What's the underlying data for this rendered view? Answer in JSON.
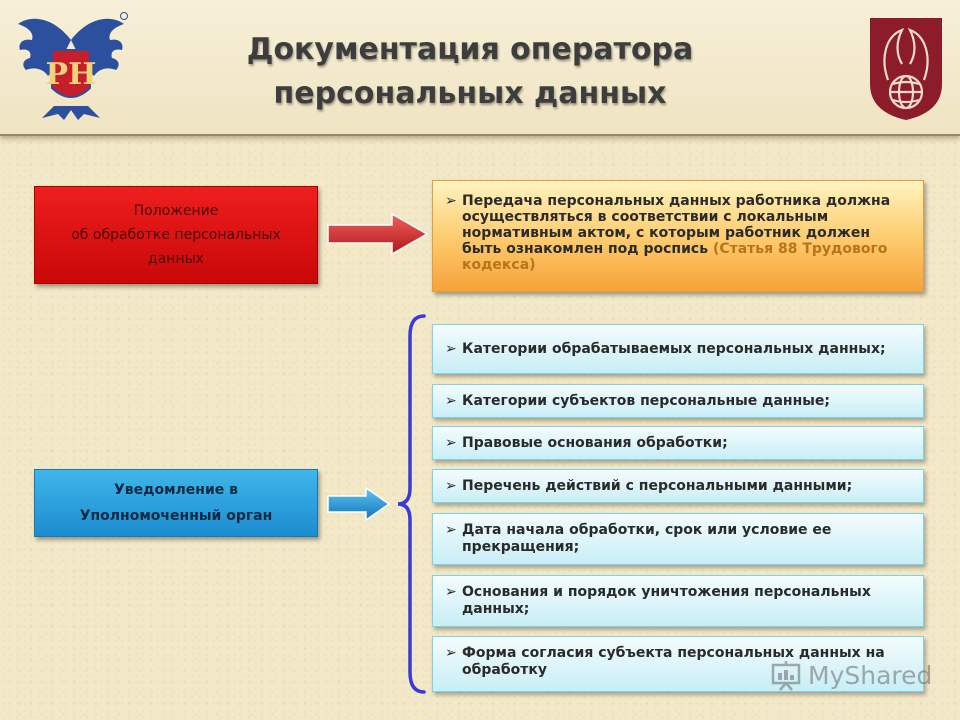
{
  "header": {
    "title_line1": "Документация оператора",
    "title_line2": "персональных данных"
  },
  "left": {
    "red_box_line1": "Положение",
    "red_box_line2": "об обработке персональных",
    "red_box_line3": "данных",
    "blue_box_line1": "Уведомление в",
    "blue_box_line2": "Уполномоченный орган"
  },
  "right": {
    "bullet": "➢",
    "orange_text": "Передача персональных данных работника должна осуществляться в соответствии с локальным нормативным актом, с которым работник должен быть ознакомлен под роспись ",
    "orange_ref": "(Статья 88 Трудового кодекса)",
    "items": [
      "Категории обрабатываемых персональных данных;",
      "Категории субъектов персональные данные;",
      "Правовые основания обработки;",
      "Перечень действий с персональными данными;",
      "Дата начала обработки, срок или условие ее прекращения;",
      "Основания и порядок уничтожения персональных данных;",
      "Форма согласия субъекта персональных данных на обработку"
    ]
  },
  "logo_left_text": "РН",
  "watermark": "MyShared",
  "colors": {
    "red": "#e01414",
    "blue": "#2aa0dc",
    "orange": "#fdc96a",
    "cyan_item": "#c8eef6",
    "brace": "#3a3ad8",
    "emblem": "#8c1c2c"
  }
}
